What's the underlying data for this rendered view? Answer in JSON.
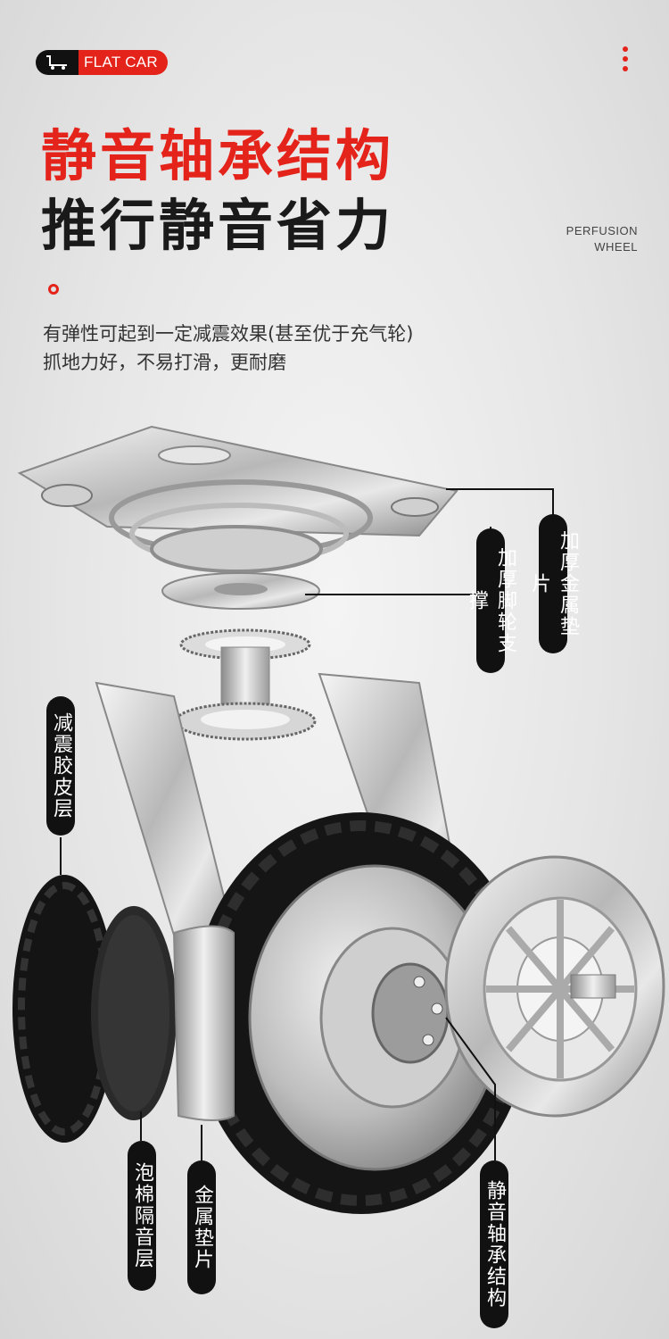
{
  "brand": {
    "label": "FLAT CAR"
  },
  "title": {
    "line1": "静音轴承结构",
    "line2": "推行静音省力"
  },
  "subtitle_en": {
    "line1": "PERFUSION",
    "line2": "WHEEL"
  },
  "description": {
    "line1": "有弹性可起到一定减震效果(甚至优于充气轮)",
    "line2": "抓地力好，不易打滑，更耐磨"
  },
  "callouts": {
    "metal_plate": "加厚金属垫片",
    "caster_support": "加厚脚轮支撑",
    "shock_rubber": "减震胶皮层",
    "foam_layer": "泡棉隔音层",
    "metal_gasket": "金属垫片",
    "silent_bearing": "静音轴承结构"
  },
  "colors": {
    "accent": "#e4231b",
    "label_bg": "#111111",
    "text": "#1a1a1a"
  },
  "icons": {
    "brand": "flat-cart-icon",
    "menu": "more-dots-icon"
  }
}
